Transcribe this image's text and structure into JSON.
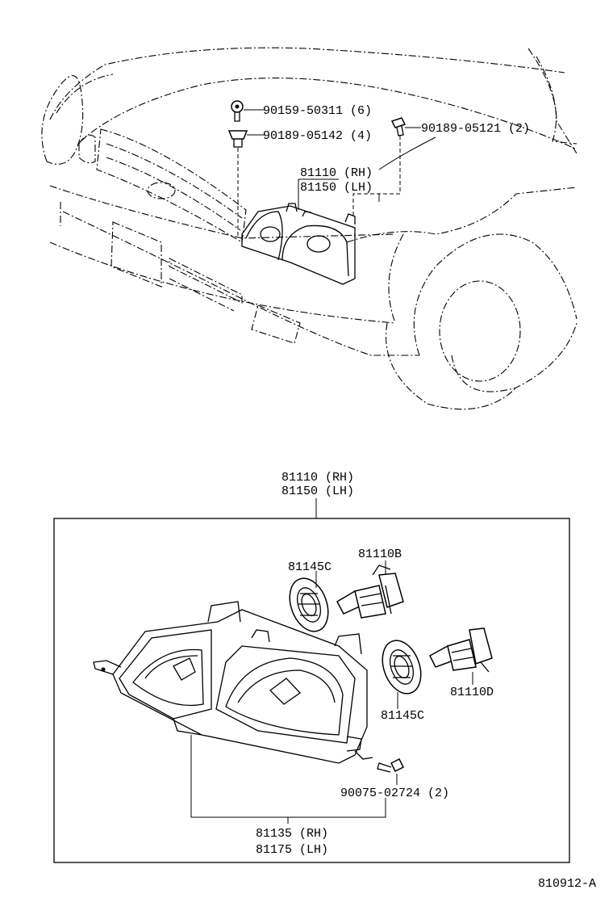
{
  "top_view": {
    "screw_label": "90159-50311 (6)",
    "clip_label": "90189-05142 (4)",
    "bolt_label": "90189-05121 (2)",
    "assy_rh": "81110 (RH)",
    "assy_lh": "81150 (LH)"
  },
  "detail": {
    "assy_rh": "81110 (RH)",
    "assy_lh": "81150 (LH)",
    "bulb_b": "81110B",
    "socket_upper": "81145C",
    "socket_lower": "81145C",
    "bulb_d": "81110D",
    "screw": "90075-02724 (2)",
    "unit_rh": "81135 (RH)",
    "unit_lh": "81175 (LH)"
  },
  "figure_code": "810912-A"
}
